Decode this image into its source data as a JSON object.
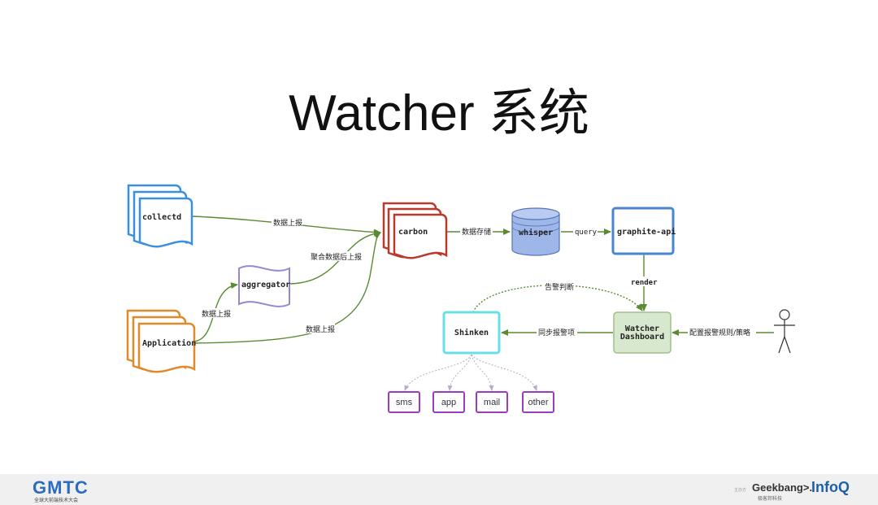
{
  "title": "Watcher 系统",
  "nodes": {
    "collectd": "collectd",
    "application": "Application",
    "aggregator": "aggregator",
    "carbon": "carbon",
    "whisper": "whisper",
    "graphite_api": "graphite-api",
    "dashboard_line1": "Watcher",
    "dashboard_line2": "Dashboard",
    "shinken": "Shinken"
  },
  "edges": {
    "collectd_to_carbon": "数据上报",
    "aggregator_to_carbon": "聚合数据后上报",
    "app_to_aggregator": "数据上报",
    "app_to_carbon": "数据上报",
    "carbon_to_whisper": "数据存储",
    "whisper_to_graphite": "query",
    "graphite_to_dashboard": "render",
    "shinken_to_dashboard": "告警判断",
    "dashboard_to_shinken": "同步报警项",
    "user_to_dashboard": "配置报警规则/策略"
  },
  "outputs": [
    "sms",
    "app",
    "mail",
    "other"
  ],
  "footer": {
    "gmtc": "GMTC",
    "gmtc_sub": "全球大前端技术大会",
    "host": "主办方",
    "geekbang": "Geekbang>.",
    "geekbang_sub": "极客邦科技",
    "infoq": "InfoQ"
  },
  "colors": {
    "arrow": "#5a8a32",
    "collectd": "#3b8fe0",
    "application": "#e08a2b",
    "aggregator": "#9a86d0",
    "carbon": "#b83a2c",
    "whisper_fill": "#9fb6e8",
    "graphite": "#4a86d0",
    "dashboard_fill": "#d8e8cf",
    "shinken": "#66e0e6",
    "output": "#9a3cc0"
  }
}
